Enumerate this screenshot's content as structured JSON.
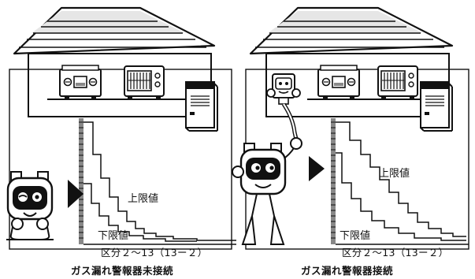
{
  "panels": [
    {
      "caption": "ガス漏れ警報器未接続",
      "upper_label": "上限値",
      "lower_label": "下限値",
      "kubun_label": "区分２～13（13ー２）",
      "alarm_connected": false
    },
    {
      "caption": "ガス漏れ警報器接続",
      "upper_label": "上限値",
      "lower_label": "下限値",
      "kubun_label": "区分２～13（13ー２）",
      "alarm_connected": true
    }
  ],
  "colors": {
    "ink": "#111111",
    "paper": "#ffffff",
    "shade": "#bdbdbd",
    "roof_band": "#e6e6e6"
  }
}
